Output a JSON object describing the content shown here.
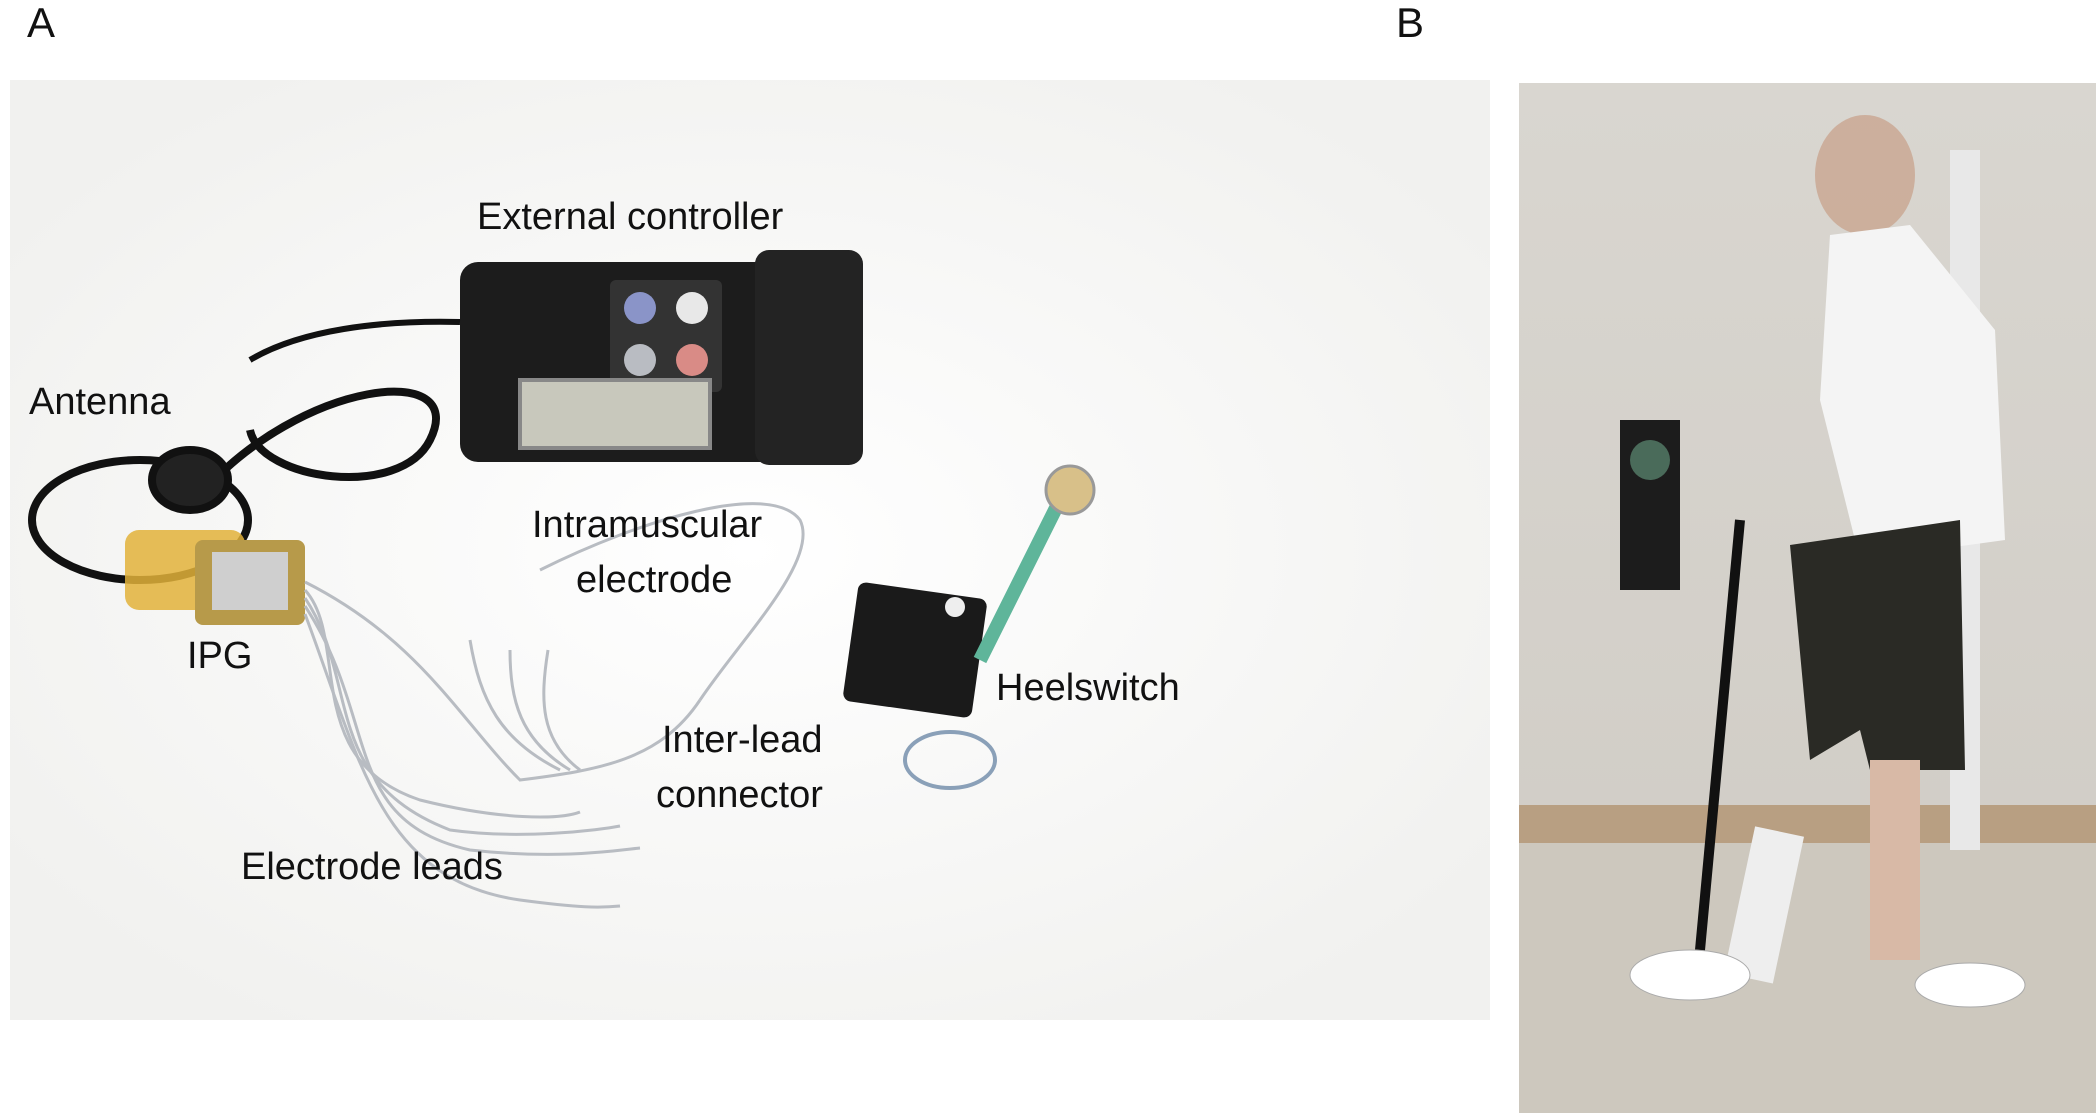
{
  "panels": {
    "a": {
      "letter": "A",
      "labels": {
        "external_controller": "External controller",
        "antenna": "Antenna",
        "ipg": "IPG",
        "intramuscular": "Intramuscular",
        "electrode": "electrode",
        "inter_lead": "Inter-lead",
        "connector": "connector",
        "heelswitch": "Heelswitch",
        "electrode_leads": "Electrode leads"
      }
    },
    "b": {
      "letter": "B"
    }
  }
}
